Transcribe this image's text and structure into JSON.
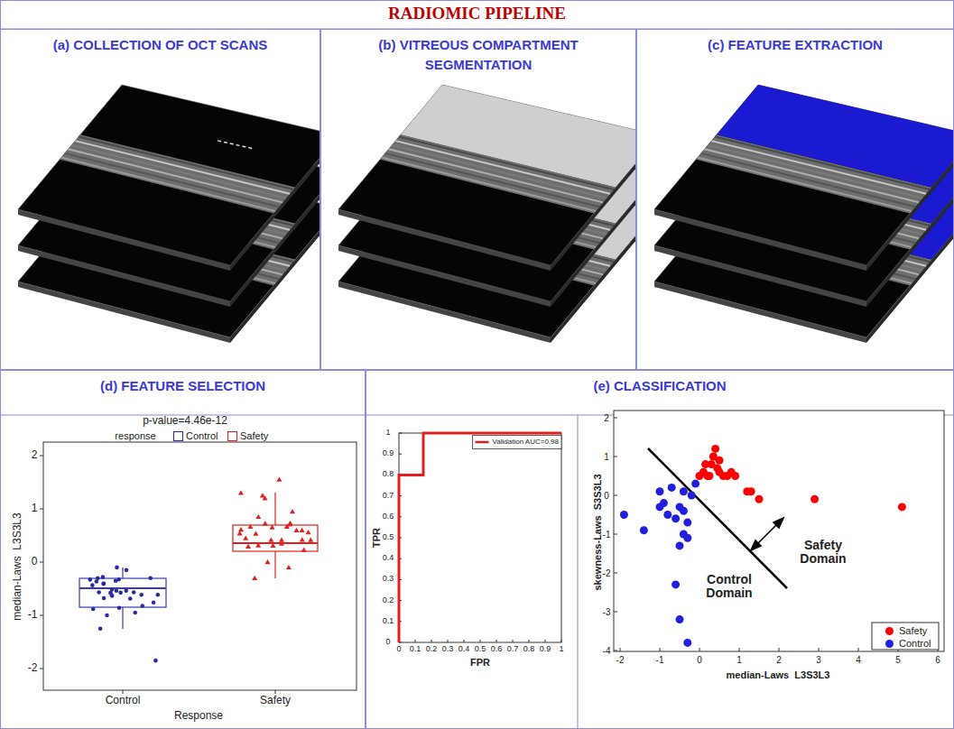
{
  "diagram": {
    "title": "RADIOMIC PIPELINE",
    "nodes": [
      {
        "text": [
          "(a) COLLECTION OF OCT SCANS"
        ]
      },
      {
        "text": [
          "(b) VITREOUS COMPARTMENT SEGMENTATION"
        ]
      },
      {
        "text": [
          "(c) FEATURE EXTRACTION"
        ]
      },
      {
        "text": [
          "(d) FEATURE SELECTION"
        ]
      },
      {
        "text": [
          "(e) CLASSIFICATION"
        ]
      }
    ],
    "labels": [
      "p-value=4.46e-12",
      "response",
      "median-Laws  L3S3L3",
      "2",
      "1",
      "0",
      "-1",
      "-2",
      "Control",
      "Safety",
      "Response",
      "TPR",
      "0",
      "0.1",
      "0.2",
      "0.3",
      "0.4",
      "0.5",
      "0.6",
      "0.7",
      "0.8",
      "0.9",
      "1",
      "0",
      "0.1",
      "0.2",
      "0.3",
      "0.4",
      "0.5",
      "0.6",
      "0.7",
      "0.8",
      "0.9",
      "1",
      "FPR",
      "skewness-Laws  S3S3L3",
      "2",
      "1",
      "0",
      "-1",
      "-2",
      "-3",
      "-4",
      "-2",
      "-1",
      "0",
      "1",
      "2",
      "3",
      "4",
      "5",
      "6",
      "median-Laws  L3S3L3",
      "Safety Domain",
      "Control Domain"
    ],
    "legend": [
      {
        "text": "Control",
        "color": "#2a2aa0"
      },
      {
        "text": "Safety",
        "color": "#e0201f"
      },
      {
        "text": "Validation AUC=0.98"
      },
      {
        "text": "Safety",
        "color": "#ff0000"
      },
      {
        "text": "Control",
        "color": "#1f1fdd"
      }
    ]
  }
}
